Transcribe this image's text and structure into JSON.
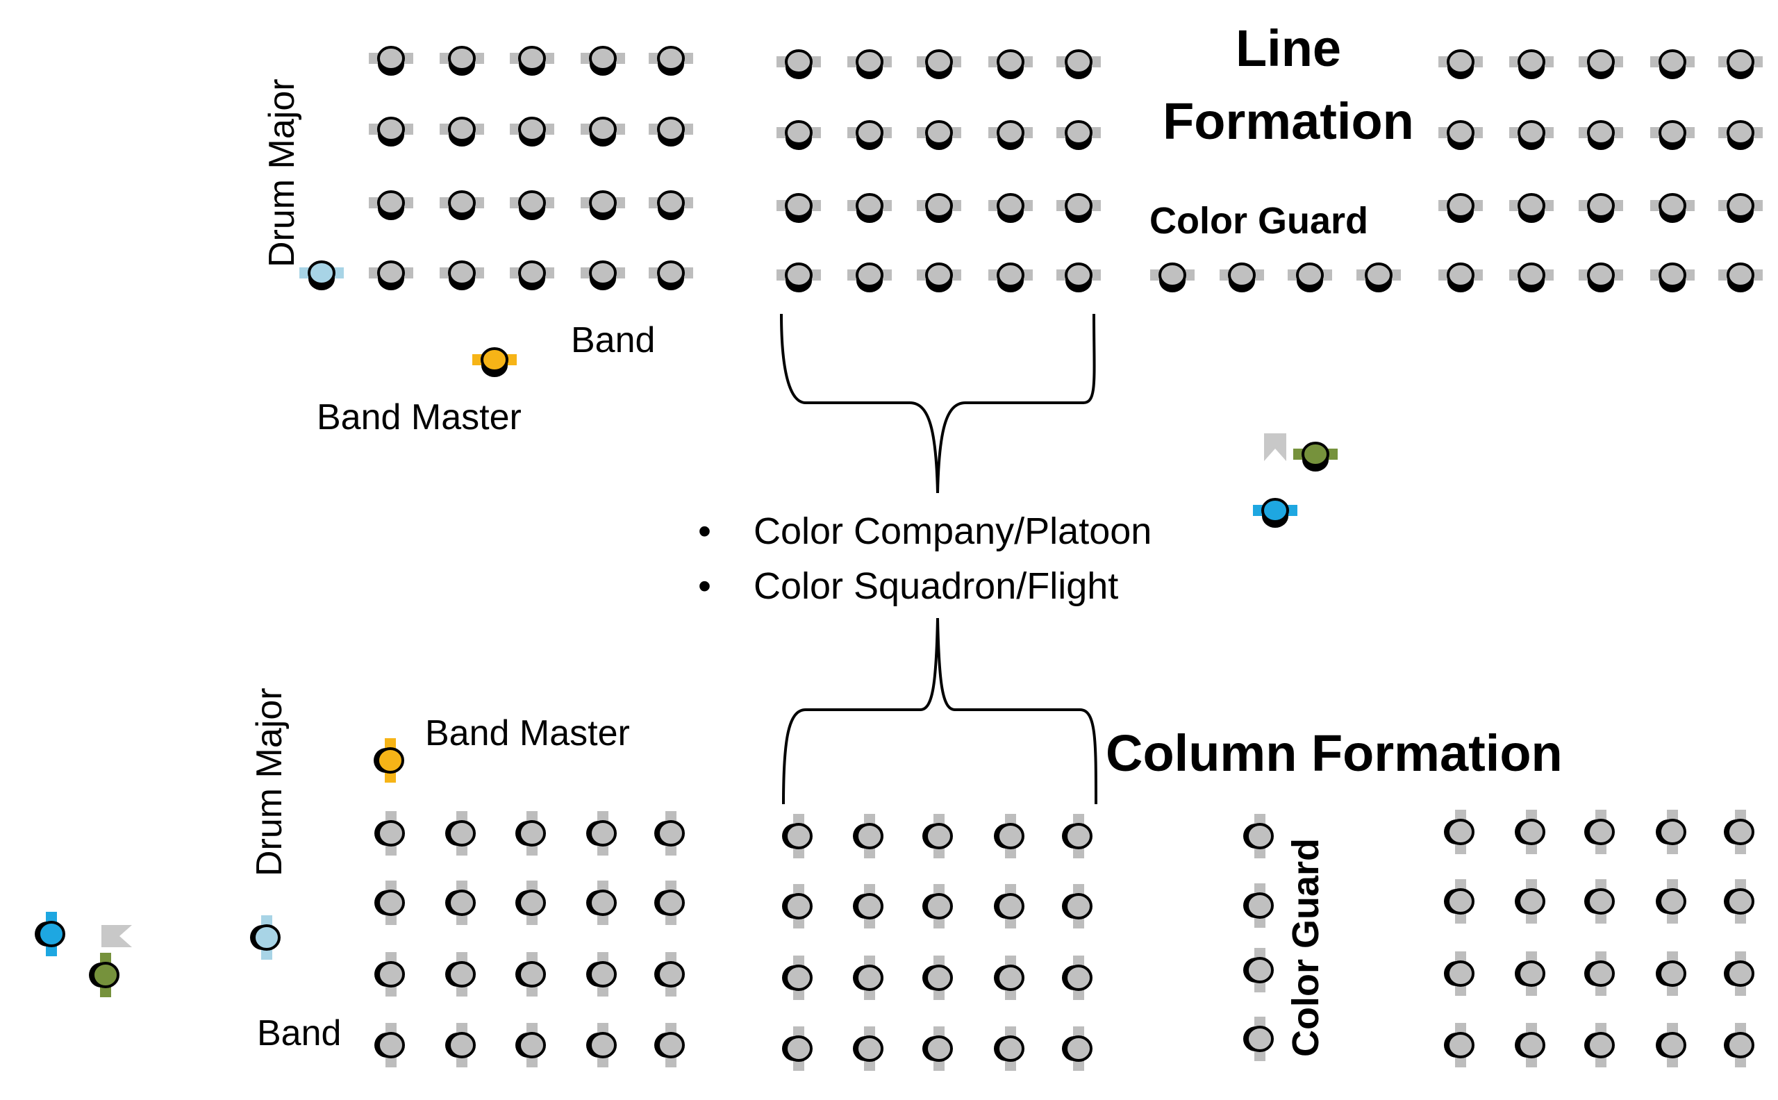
{
  "line_formation": {
    "title_line1": "Line",
    "title_line2": "Formation",
    "drum_major": "Drum Major",
    "band": "Band",
    "band_master": "Band Master",
    "color_guard": "Color Guard"
  },
  "column_formation": {
    "title": "Column Formation",
    "drum_major": "Drum Major",
    "band": "Band",
    "band_master": "Band Master",
    "color_guard": "Color Guard"
  },
  "units": [
    "Color Company/Platoon",
    "Color Squadron/Flight"
  ],
  "bullet_char": "•",
  "colors": {
    "member_fill": "#c0c0c0",
    "member_bar": "#bdbdbd",
    "drum_major_fill": "#a8d4e6",
    "band_master_fill": "#f6b417",
    "commander_fill": "#1ea7e1",
    "guidon_fill": "#76923c",
    "flag": "#c8c8c8"
  }
}
